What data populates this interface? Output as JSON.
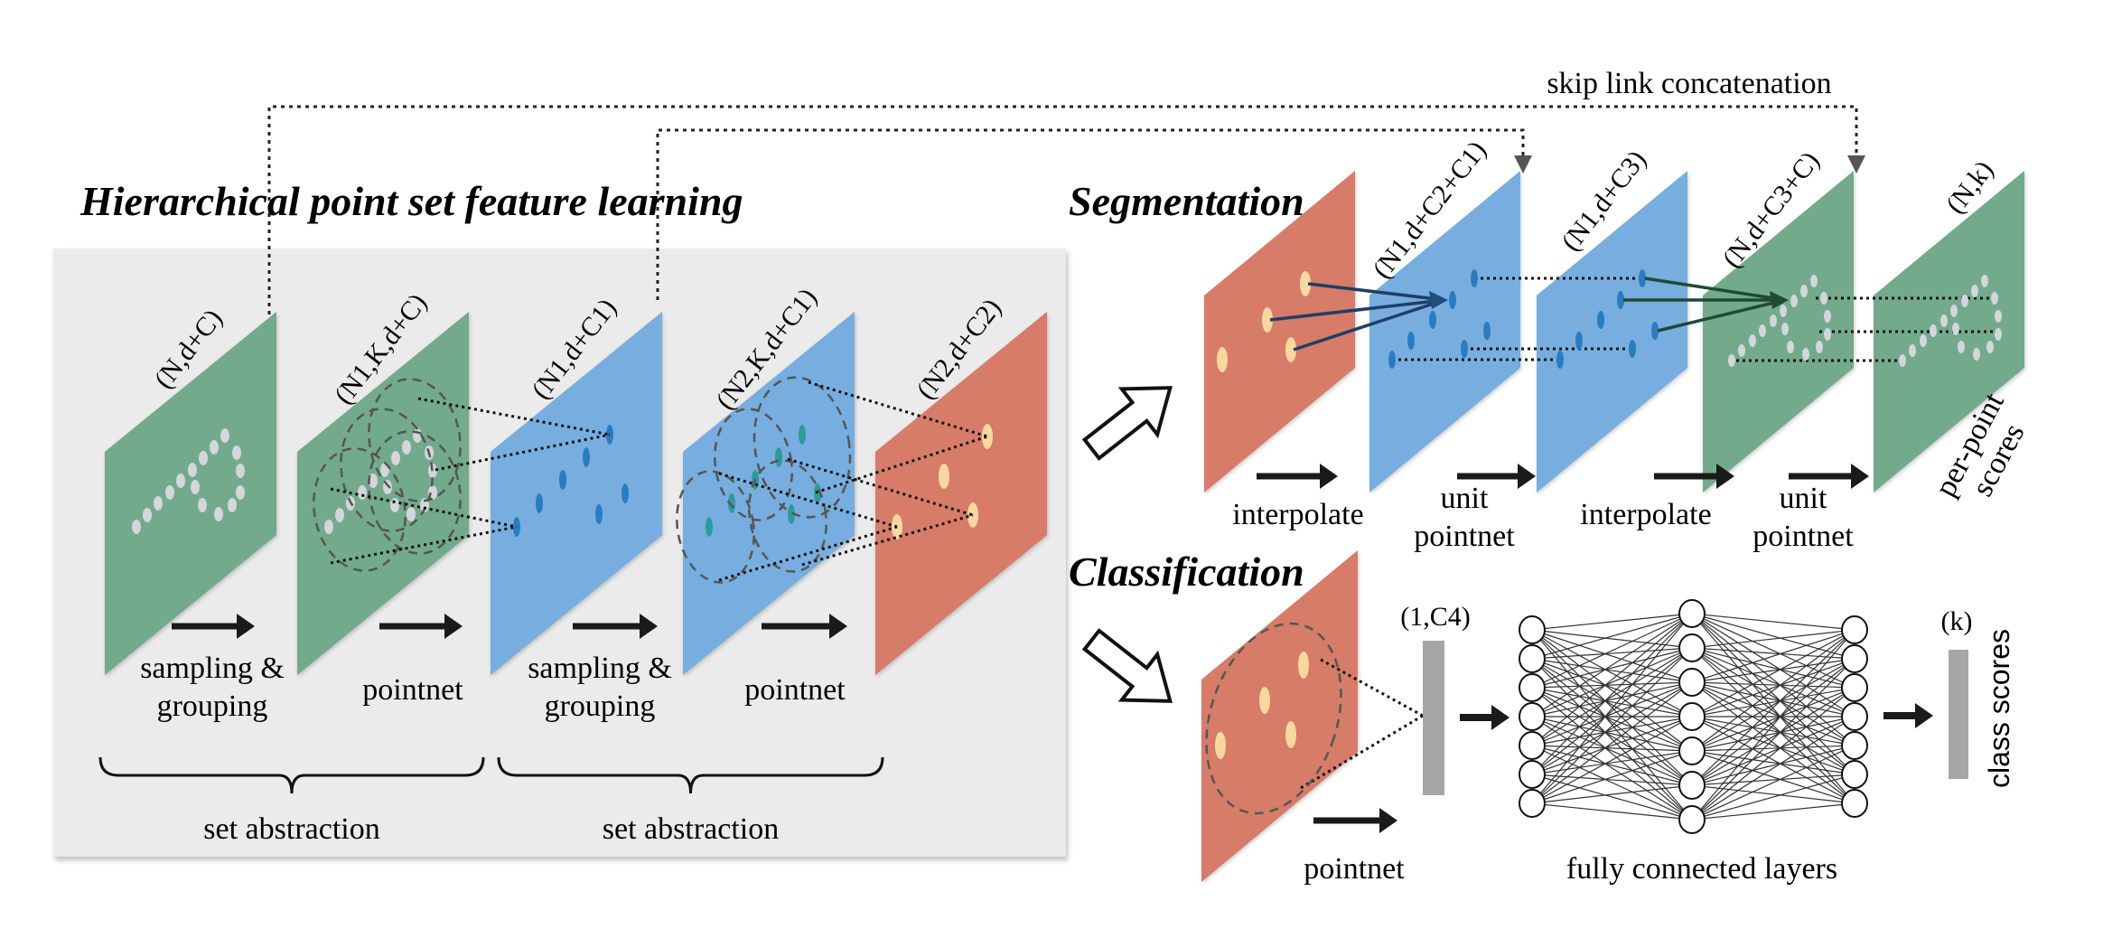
{
  "title": "Hierarchical point set feature learning",
  "skip_link_label": "skip link concatenation",
  "colors": {
    "green": "#73aa8c",
    "blue": "#77aedf",
    "red": "#d67c69",
    "panel": "#ebebeb",
    "point_gray": "#d3d6da",
    "point_cream": "#f8d89f",
    "point_blue": "#2a7cc0",
    "point_teal": "#2e9a9c"
  },
  "encoder": {
    "layers": [
      {
        "dims": "(N,d+C)",
        "color": "green"
      },
      {
        "dims": "(N1,K,d+C)",
        "color": "green"
      },
      {
        "dims": "(N1,d+C1)",
        "color": "blue"
      },
      {
        "dims": "(N2,K,d+C1)",
        "color": "blue"
      },
      {
        "dims": "(N2,d+C2)",
        "color": "red"
      }
    ],
    "steps": [
      {
        "line1": "sampling &",
        "line2": "grouping"
      },
      {
        "line1": "pointnet"
      },
      {
        "line1": "sampling &",
        "line2": "grouping"
      },
      {
        "line1": "pointnet"
      }
    ],
    "groups": [
      "set abstraction",
      "set abstraction"
    ]
  },
  "segmentation": {
    "title": "Segmentation",
    "layers": [
      {
        "dims": "",
        "color": "red"
      },
      {
        "dims": "(N1,d+C2+C1)",
        "color": "blue"
      },
      {
        "dims": "(N1,d+C3)",
        "color": "blue"
      },
      {
        "dims": "(N,d+C3+C)",
        "color": "green"
      },
      {
        "dims": "(N,k)",
        "color": "green"
      }
    ],
    "steps": [
      {
        "line1": "interpolate"
      },
      {
        "line1": "unit",
        "line2": "pointnet"
      },
      {
        "line1": "interpolate"
      },
      {
        "line1": "unit",
        "line2": "pointnet"
      }
    ],
    "output_label": {
      "line1": "per-point",
      "line2": "scores"
    }
  },
  "classification": {
    "title": "Classification",
    "step": "pointnet",
    "feature_dims": "(1,C4)",
    "fc_label": "fully connected layers",
    "output_dims": "(k)",
    "output_label": "class scores"
  }
}
